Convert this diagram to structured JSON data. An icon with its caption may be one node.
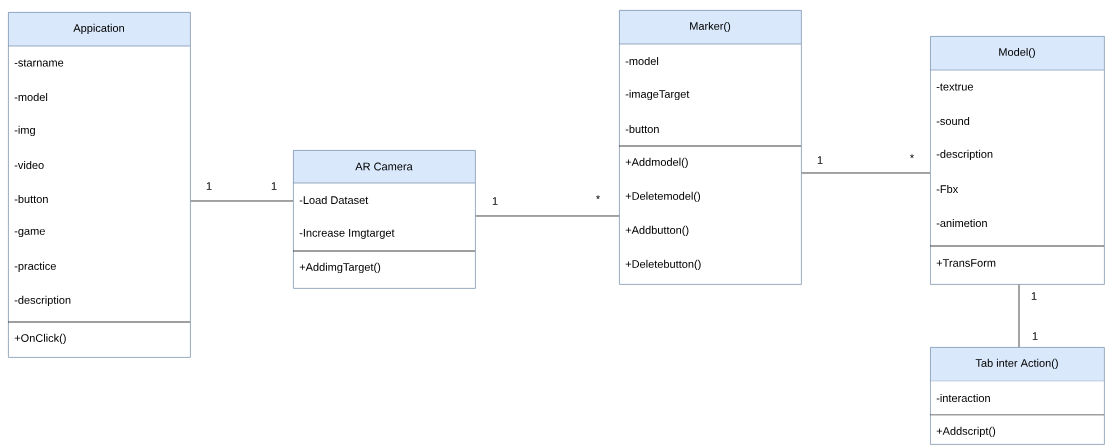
{
  "diagram": {
    "nodes": [
      {
        "text": [
          "Appication"
        ]
      },
      {
        "text": [
          "-starname",
          "-model",
          "-img",
          "-video",
          "-button",
          "-game",
          "-practice",
          "-description"
        ],
        "in": 0
      },
      {
        "text": [
          "+OnClick()"
        ],
        "in": 0
      },
      {
        "text": [
          "AR Camera"
        ]
      },
      {
        "text": [
          "-Load Dataset",
          "-Increase Imgtarget"
        ],
        "in": 3
      },
      {
        "text": [
          "+AddimgTarget()"
        ],
        "in": 3
      },
      {
        "text": [
          "Marker()"
        ]
      },
      {
        "text": [
          "-model",
          "-imageTarget",
          "-button"
        ],
        "in": 6
      },
      {
        "text": [
          "+Addmodel()",
          "+Deletemodel()",
          "+Addbutton()",
          "+Deletebutton()"
        ],
        "in": 6
      },
      {
        "text": [
          "Model()"
        ]
      },
      {
        "text": [
          "-textrue",
          "-sound",
          "-description",
          "-Fbx",
          "-animetion"
        ],
        "in": 9
      },
      {
        "text": [
          "+TransForm"
        ],
        "in": 9
      },
      {
        "text": [
          "Tab inter Action()"
        ]
      },
      {
        "text": [
          "-interaction"
        ],
        "in": 12
      },
      {
        "text": [
          "+Addscript()"
        ],
        "in": 12
      }
    ],
    "edges": [
      {
        "from": 0,
        "to": 3,
        "arrow": "none"
      },
      {
        "from": 3,
        "to": 6,
        "arrow": "none"
      },
      {
        "from": 6,
        "to": 9,
        "arrow": "none"
      },
      {
        "from": 9,
        "to": 12,
        "arrow": "none"
      }
    ],
    "labels": [
      "1",
      "1",
      "1",
      "*",
      "1",
      "*",
      "1",
      "1"
    ]
  }
}
